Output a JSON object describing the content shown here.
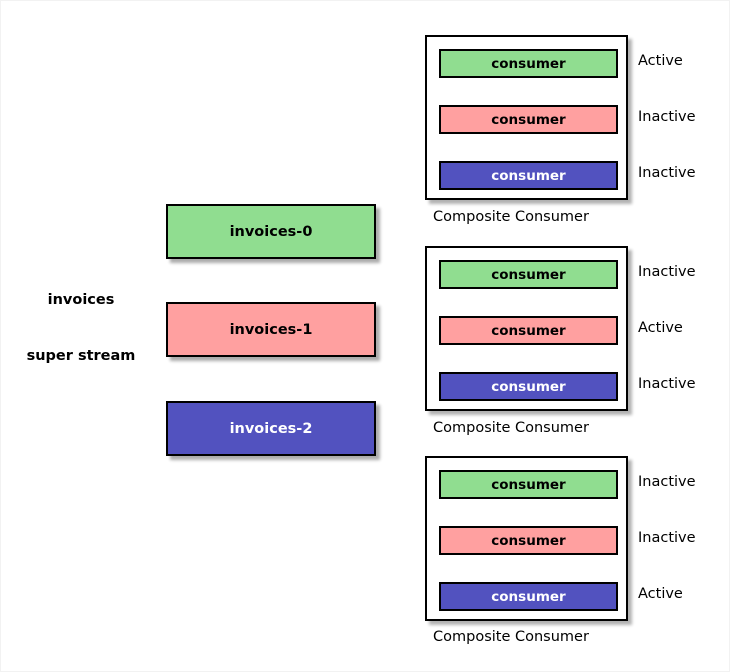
{
  "palette": {
    "green": "#90dd90",
    "pink": "#ffa0a0",
    "blue": "#5252bf",
    "text_dark": "#000000",
    "text_light": "#ffffff",
    "border": "#000000",
    "background": "#ffffff"
  },
  "super_stream": {
    "name": "invoices",
    "kind": "super stream"
  },
  "partitions": [
    {
      "label": "invoices-0",
      "color": "#90dd90",
      "text_color": "#000000"
    },
    {
      "label": "invoices-1",
      "color": "#ffa0a0",
      "text_color": "#000000"
    },
    {
      "label": "invoices-2",
      "color": "#5252bf",
      "text_color": "#ffffff"
    }
  ],
  "composites": [
    {
      "caption": "Composite Consumer",
      "consumers": [
        {
          "label": "consumer",
          "color": "#90dd90",
          "text_color": "#000000",
          "status": "Active"
        },
        {
          "label": "consumer",
          "color": "#ffa0a0",
          "text_color": "#000000",
          "status": "Inactive"
        },
        {
          "label": "consumer",
          "color": "#5252bf",
          "text_color": "#ffffff",
          "status": "Inactive"
        }
      ]
    },
    {
      "caption": "Composite Consumer",
      "consumers": [
        {
          "label": "consumer",
          "color": "#90dd90",
          "text_color": "#000000",
          "status": "Inactive"
        },
        {
          "label": "consumer",
          "color": "#ffa0a0",
          "text_color": "#000000",
          "status": "Active"
        },
        {
          "label": "consumer",
          "color": "#5252bf",
          "text_color": "#ffffff",
          "status": "Inactive"
        }
      ]
    },
    {
      "caption": "Composite Consumer",
      "consumers": [
        {
          "label": "consumer",
          "color": "#90dd90",
          "text_color": "#000000",
          "status": "Inactive"
        },
        {
          "label": "consumer",
          "color": "#ffa0a0",
          "text_color": "#000000",
          "status": "Inactive"
        },
        {
          "label": "consumer",
          "color": "#5252bf",
          "text_color": "#ffffff",
          "status": "Active"
        }
      ]
    }
  ]
}
